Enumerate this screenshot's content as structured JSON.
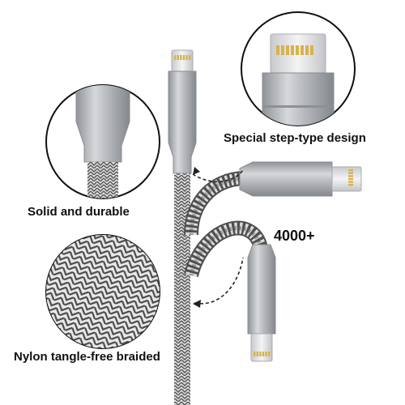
{
  "product": {
    "captions": {
      "step_design": "Special step-type design",
      "solid": "Solid and durable",
      "bend_count": "4000+",
      "nylon": "Nylon tangle-free braided"
    },
    "colors": {
      "background": "#ffffff",
      "metal": "#b9bcc0",
      "metal_dark": "#8d9196",
      "braid_light": "#e6e6e6",
      "braid_dark": "#4a4a4a",
      "gold_pins": "#d8b34a",
      "text": "#111111"
    },
    "icons": [
      "curved-arrow-icon"
    ]
  }
}
